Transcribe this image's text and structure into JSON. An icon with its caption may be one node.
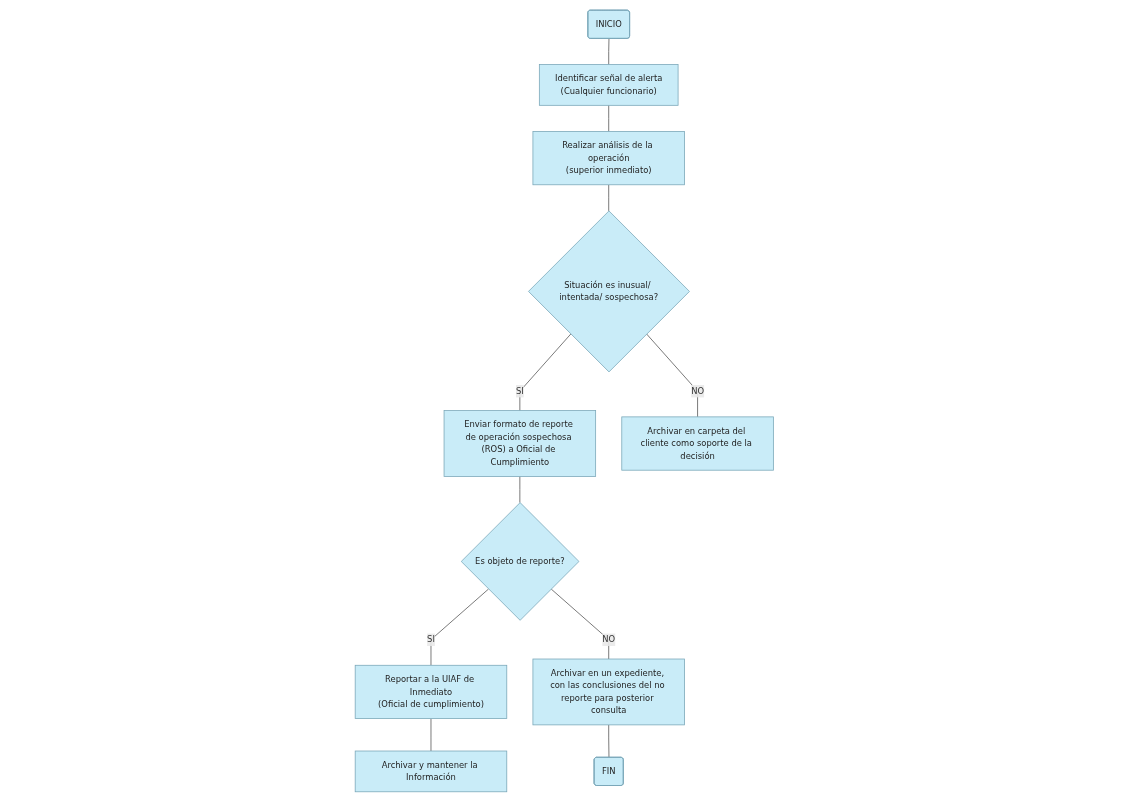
{
  "diagram": {
    "nodes": [
      {
        "text": [
          "INICIO"
        ]
      },
      {
        "text": [
          "Identificar señal de alerta",
          "(Cualquier funcionario)"
        ]
      },
      {
        "text": [
          "Realizar análisis de la operación",
          "(superior inmediato)"
        ]
      },
      {
        "text": [
          "Reportar a la UIAF de Inmediato",
          "(Oficial de cumplimiento)"
        ]
      },
      {
        "text": [
          "Archivar y mantener la Información"
        ]
      },
      {
        "text": [
          "Es objeto de reporte?"
        ]
      },
      {
        "text": [
          "Archivar en un expediente, con las conclusiones del no reporte para posterior consulta"
        ]
      },
      {
        "text": [
          "FIN"
        ]
      },
      {
        "text": [
          "Situación es inusual/ intentada/ sospechosa?"
        ]
      },
      {
        "text": [
          "Enviar formato de reporte de operación sospechosa (ROS) a Oficial de Cumplimiento"
        ]
      },
      {
        "text": [
          "Archivar en carpeta del cliente como soporte de la decisión"
        ]
      }
    ],
    "edges": [
      {
        "from": 0,
        "to": 1,
        "arrow": "none"
      },
      {
        "from": 1,
        "to": 2,
        "arrow": "none"
      },
      {
        "from": 2,
        "to": 8,
        "arrow": "none"
      },
      {
        "from": 8,
        "to": 9,
        "arrow": "none",
        "label": "SI"
      },
      {
        "from": 8,
        "to": 10,
        "arrow": "none",
        "label": "NO"
      },
      {
        "from": 9,
        "to": 5,
        "arrow": "none"
      },
      {
        "from": 5,
        "to": 3,
        "arrow": "none",
        "label": "SI"
      },
      {
        "from": 5,
        "to": 6,
        "arrow": "none",
        "label": "NO"
      },
      {
        "from": 3,
        "to": 4,
        "arrow": "none"
      },
      {
        "from": 6,
        "to": 7,
        "arrow": "none"
      }
    ]
  }
}
